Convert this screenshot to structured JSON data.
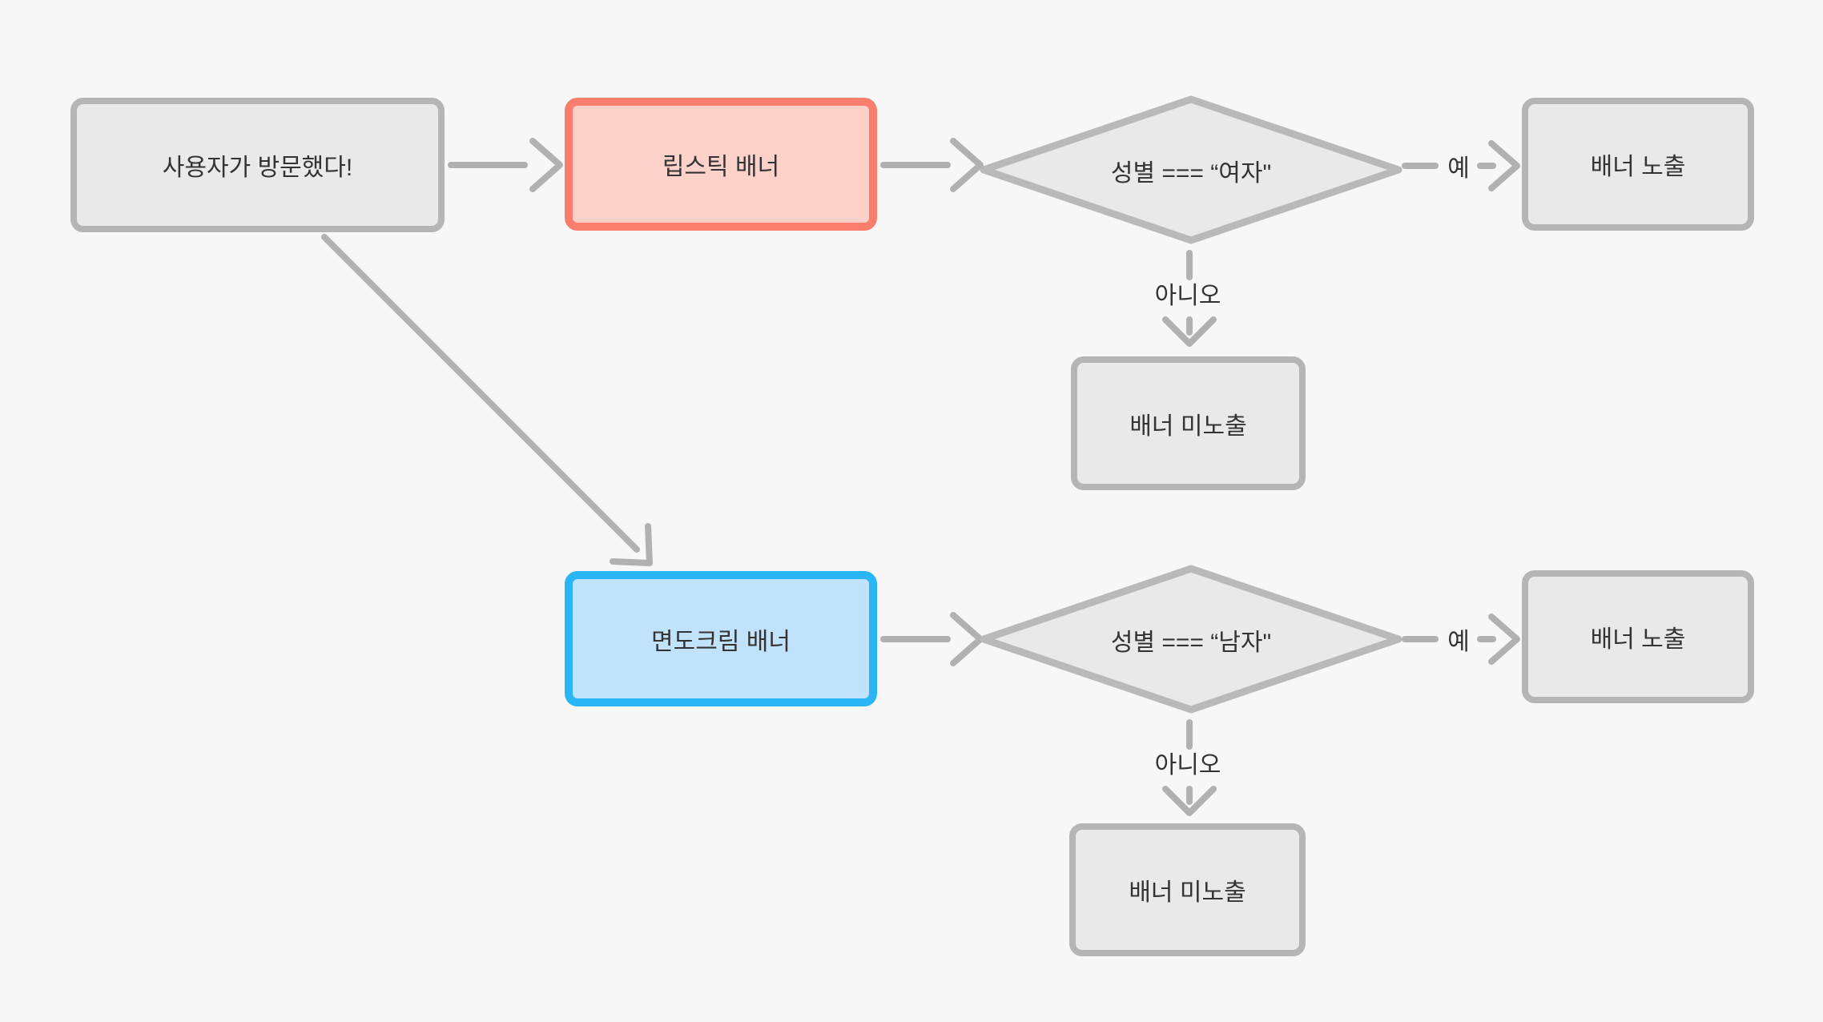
{
  "diagram": {
    "background": "#f7f7f7",
    "nodes": {
      "start": {
        "label": "사용자가 방문했다!"
      },
      "lipstick_banner": {
        "label": "립스틱 배너"
      },
      "shaving_banner": {
        "label": "면도크림 배너"
      },
      "cond_female": {
        "label": "성별 === “여자\""
      },
      "cond_male": {
        "label": "성별 === “남자\""
      },
      "show_female": {
        "label": "배너 노출"
      },
      "hide_female": {
        "label": "배너 미노출"
      },
      "show_male": {
        "label": "배너 노출"
      },
      "hide_male": {
        "label": "배너 미노출"
      }
    },
    "edge_labels": {
      "yes": "예",
      "no": "아니오"
    },
    "colors": {
      "node_fill": "#e9e9e9",
      "node_border": "#b5b5b5",
      "lipstick_fill": "#fbd1ca",
      "lipstick_border": "#f97e6d",
      "shaving_fill": "#c1e2fb",
      "shaving_border": "#2ab5f7",
      "edge": "#b1b1b1",
      "text": "#333333"
    }
  }
}
